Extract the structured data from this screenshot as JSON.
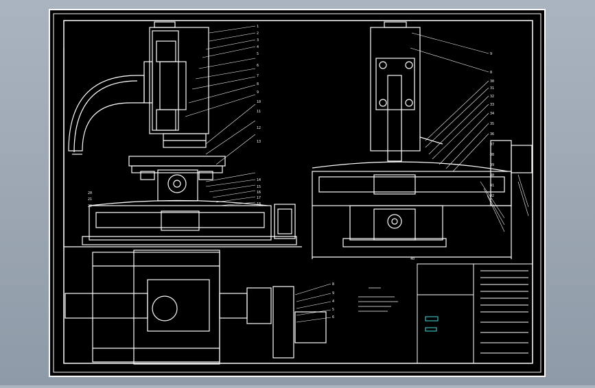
{
  "colors": {
    "background": "#000000",
    "viewport_outer": "#9aa6b2",
    "line": "#ffffff",
    "accent_cyan": "#40e0e0"
  },
  "icons": {
    "front_view": "machine-front-elevation",
    "side_view": "machine-side-elevation",
    "plan_view": "machine-top-plan",
    "title_block": "drawing-title-block"
  },
  "leaders": {
    "front_right": [
      "1",
      "2",
      "3",
      "4",
      "5",
      "6",
      "7",
      "8",
      "9",
      "10",
      "11",
      "12",
      "13",
      "14",
      "15",
      "16",
      "17",
      "18"
    ],
    "front_left": [
      "20",
      "21",
      "22"
    ],
    "side_top": [
      "9",
      "8"
    ],
    "side_right": [
      "30",
      "31",
      "32",
      "33",
      "34",
      "35",
      "36",
      "37",
      "38",
      "39",
      "40",
      "41",
      "42"
    ],
    "plan_right": [
      "8",
      "9",
      "4",
      "5",
      "6"
    ]
  },
  "dimensions": {
    "side_bottom": "40"
  }
}
